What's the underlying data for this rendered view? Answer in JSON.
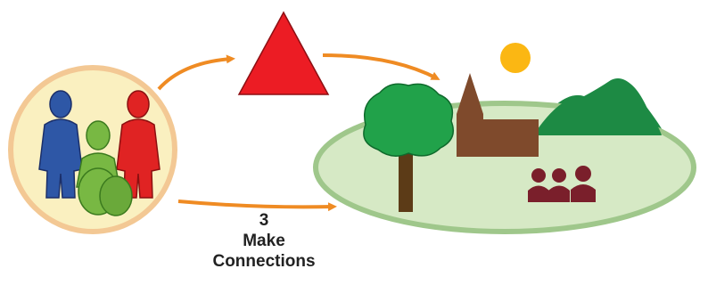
{
  "caption": {
    "number": "3",
    "line1": "Make",
    "line2": "Connections"
  },
  "icons": {
    "group": "people-group-icon",
    "triangle": "triangle-icon",
    "sun": "sun-icon",
    "tree": "tree-icon",
    "church": "church-icon",
    "hills": "hills-icon",
    "people": "small-people-icon"
  },
  "colors": {
    "arrow": "#ef8b23",
    "triangle": "#ec1c24",
    "circle_fill": "#faf0c0",
    "circle_ring": "#f3c894",
    "ellipse_fill": "#d6e9c5",
    "ellipse_ring": "#9fc78b",
    "person_blue": "#2e57a6",
    "person_green": "#78b843",
    "person_red": "#e02323",
    "tree_green": "#21a24a",
    "trunk": "#5c3b17",
    "church": "#7f4a2c",
    "hill": "#1d8a44",
    "sun": "#fbb713",
    "people_small": "#7a1f2b"
  }
}
